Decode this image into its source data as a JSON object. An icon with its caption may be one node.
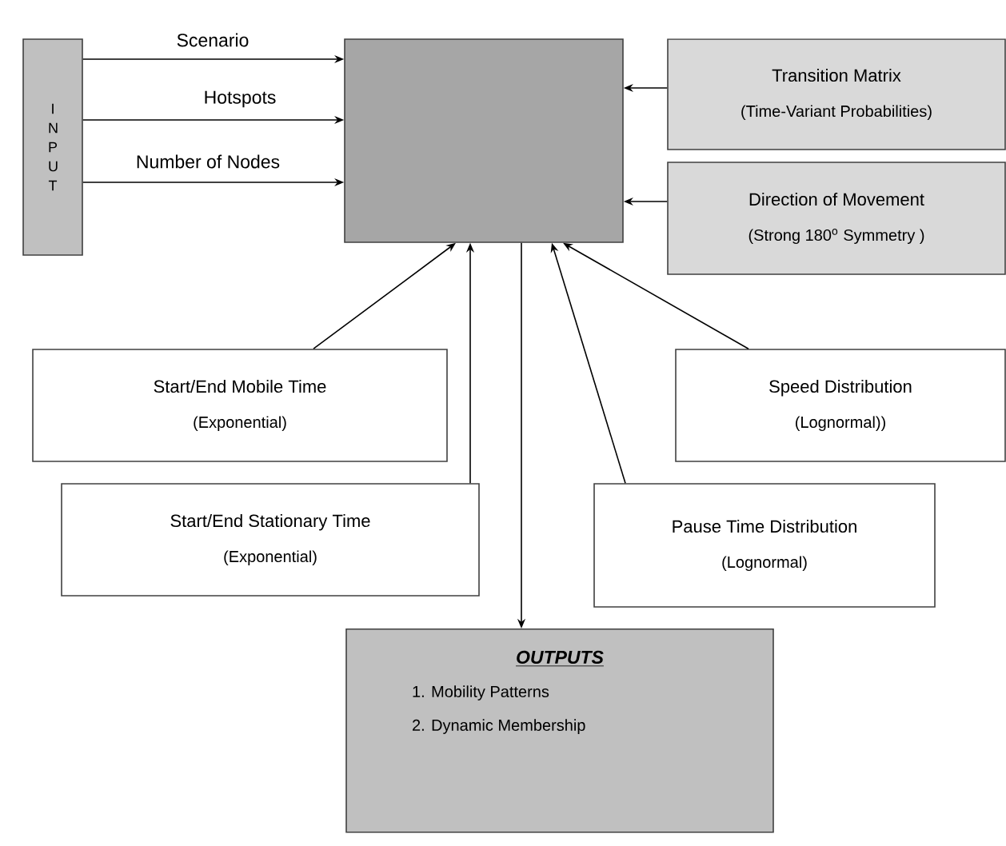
{
  "diagram": {
    "nodes": [
      {
        "text": [
          "I N P U T"
        ]
      },
      {
        "text": [],
        "shape": "box"
      },
      {
        "text": [
          "Transition Matrix",
          "(Time-Variant Probabilities)"
        ]
      },
      {
        "text": [
          "Direction of Movement",
          "(Strong 180$^{o}$ Symmetry )"
        ]
      },
      {
        "text": [
          "Start/End Mobile Time",
          "(Exponential)"
        ]
      },
      {
        "text": [
          "Start/End Stationary Time",
          "(Exponential)"
        ]
      },
      {
        "text": [
          "Speed Distribution",
          "(Lognormal))"
        ]
      },
      {
        "text": [
          "Pause Time Distribution",
          "(Lognormal)"
        ]
      },
      {
        "text": [
          "OUTPUTS",
          "1.  Mobility Patterns",
          "2.  Dynamic Membership"
        ]
      }
    ],
    "edges": [
      {
        "from": 0,
        "to": 1,
        "arrow": "to",
        "label": "Scenario"
      },
      {
        "from": 0,
        "to": 1,
        "arrow": "to",
        "label": "Hotspots"
      },
      {
        "from": 0,
        "to": 1,
        "arrow": "to",
        "label": "Number of Nodes"
      },
      {
        "from": 2,
        "to": 1,
        "arrow": "to"
      },
      {
        "from": 3,
        "to": 1,
        "arrow": "to"
      },
      {
        "from": 4,
        "to": 1,
        "arrow": "to"
      },
      {
        "from": 5,
        "to": 1,
        "arrow": "to"
      },
      {
        "from": 1,
        "to": 8,
        "arrow": "to"
      },
      {
        "from": 7,
        "to": 1,
        "arrow": "to"
      },
      {
        "from": 6,
        "to": 1,
        "arrow": "to"
      }
    ]
  }
}
